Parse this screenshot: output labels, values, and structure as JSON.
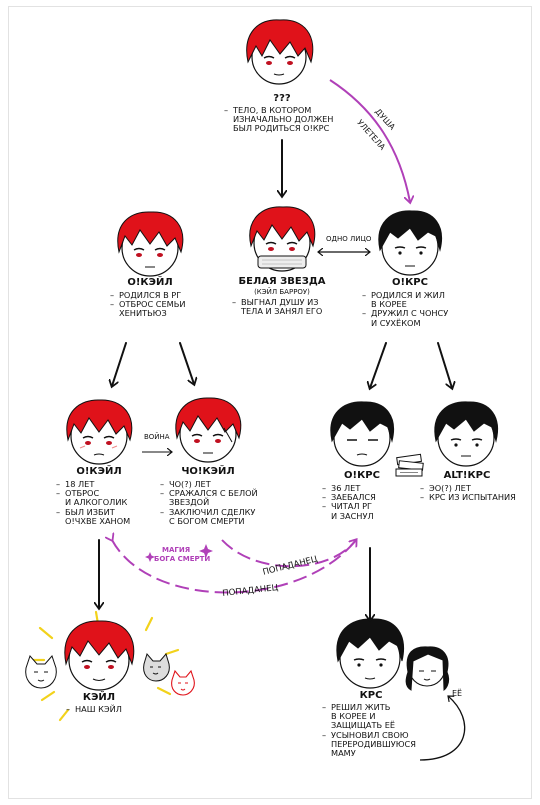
{
  "nodes": {
    "origin": {
      "title": "???",
      "notes": [
        "тело, в котором",
        "изначально должен",
        "был родиться о!крс"
      ]
    },
    "white_star": {
      "title": "белая звезда",
      "subtitle": "(кэйл барроу)",
      "notes": [
        "выгнал душу из\nтела и занял его"
      ]
    },
    "okrs_main": {
      "title": "о!крс",
      "notes": [
        "родился и жил\nв корее",
        "дружил с чонсу\nи сухёком"
      ]
    },
    "okale_main": {
      "title": "о!кэйл",
      "notes": [
        "родился в рг",
        "отброс семьи\nхенитьюз"
      ]
    },
    "okale_left": {
      "title": "о!кэйл",
      "notes": [
        "18 лет",
        "отброс\nи алкоголик",
        "был избит\nо!чхве ханом"
      ]
    },
    "okale_right": {
      "title": "чо!кэйл",
      "notes": [
        "чо(?) лет",
        "сражался с белой\nзвездой",
        "заключил сделку\nс богом смерти"
      ]
    },
    "okrs_36": {
      "title": "о!крс",
      "notes": [
        "36 лет",
        "заебался",
        "читал рг\nи заснул"
      ]
    },
    "altkrs": {
      "title": "alt!крс",
      "notes": [
        "эо(?) лет",
        "крс из испытания"
      ]
    },
    "cale": {
      "title": "кэйл",
      "notes": [
        "наш кэйл"
      ]
    },
    "krs": {
      "title": "крс",
      "notes": [
        "решил жить\nв корее и\nзащищать её",
        "усыновил свою\nпереродившуюся\nмаму"
      ]
    }
  },
  "edges": {
    "soul_line1": "душа",
    "soul_line2": "улетела",
    "same_face": "одно лицо",
    "war": "война",
    "death_god_magic_1": "магия",
    "death_god_magic_2": "бога смерти",
    "isekai_1": "попаданец",
    "isekai_2": "попаданец",
    "her": "её"
  },
  "colors": {
    "hair_red": "#e0121a",
    "hair_black": "#111111",
    "magic_purple": "#b040b8",
    "glow_yellow": "#f2d21b",
    "ink": "#111111"
  }
}
